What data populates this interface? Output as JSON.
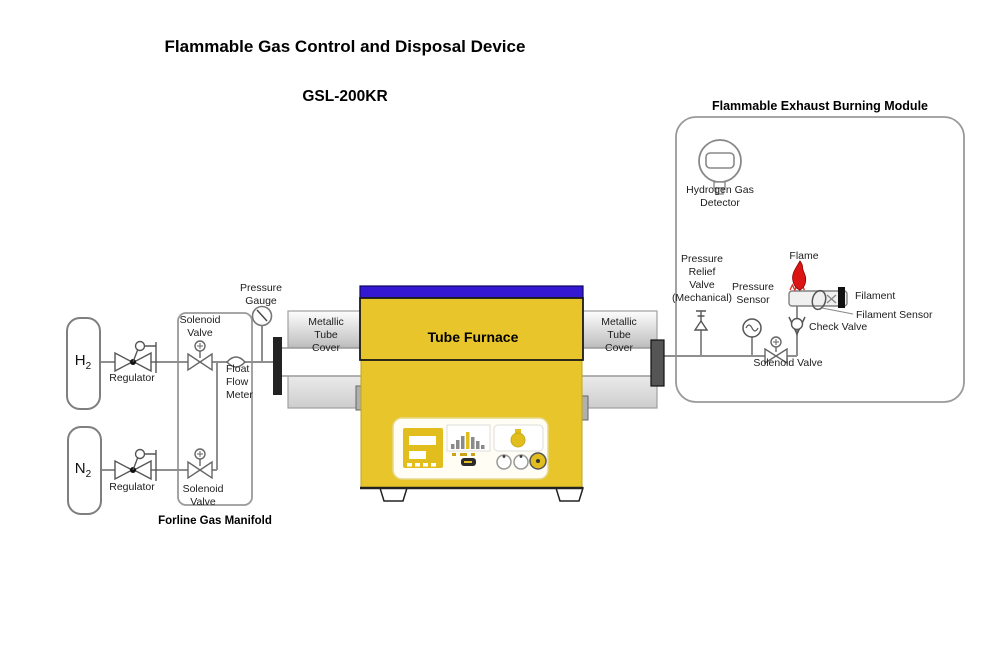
{
  "titles": {
    "main": "Flammable Gas Control and Disposal Device",
    "model": "GSL-200KR"
  },
  "supply": {
    "h2_base": "H",
    "h2_sub": "2",
    "n2_base": "N",
    "n2_sub": "2",
    "regulator_top": "Regulator",
    "regulator_bottom": "Regulator"
  },
  "manifold": {
    "title": "Forline Gas Manifold",
    "solenoid_top": "Solenoid\nValve",
    "solenoid_bottom": "Solenoid\nValve",
    "float_flow_meter": "Float\nFlow\nMeter",
    "pressure_gauge": "Pressure\nGauge"
  },
  "furnace": {
    "label": "Tube Furnace",
    "cover_left": "Metallic\nTube\nCover",
    "cover_right": "Metallic\nTube\nCover"
  },
  "module": {
    "title": "Flammable Exhaust Burning Module",
    "detector": "Hydrogen Gas\nDetector",
    "pressure_relief": "Pressure\nRelief\nValve\n(Mechanical)",
    "pressure_sensor": "Pressure\nSensor",
    "flame": "Flame",
    "filament": "Filament",
    "filament_sensor": "Filament Sensor",
    "check_valve": "Check Valve",
    "solenoid_valve": "Solenoid Valve"
  },
  "colors": {
    "furnace_yellow": "#E8C62B",
    "strip_blue": "#3519D2",
    "flame_red": "#DD1414",
    "filament_black": "#111111",
    "pipe_gray": "#8F8F8F",
    "display_yellow": "#E2BD1E"
  }
}
